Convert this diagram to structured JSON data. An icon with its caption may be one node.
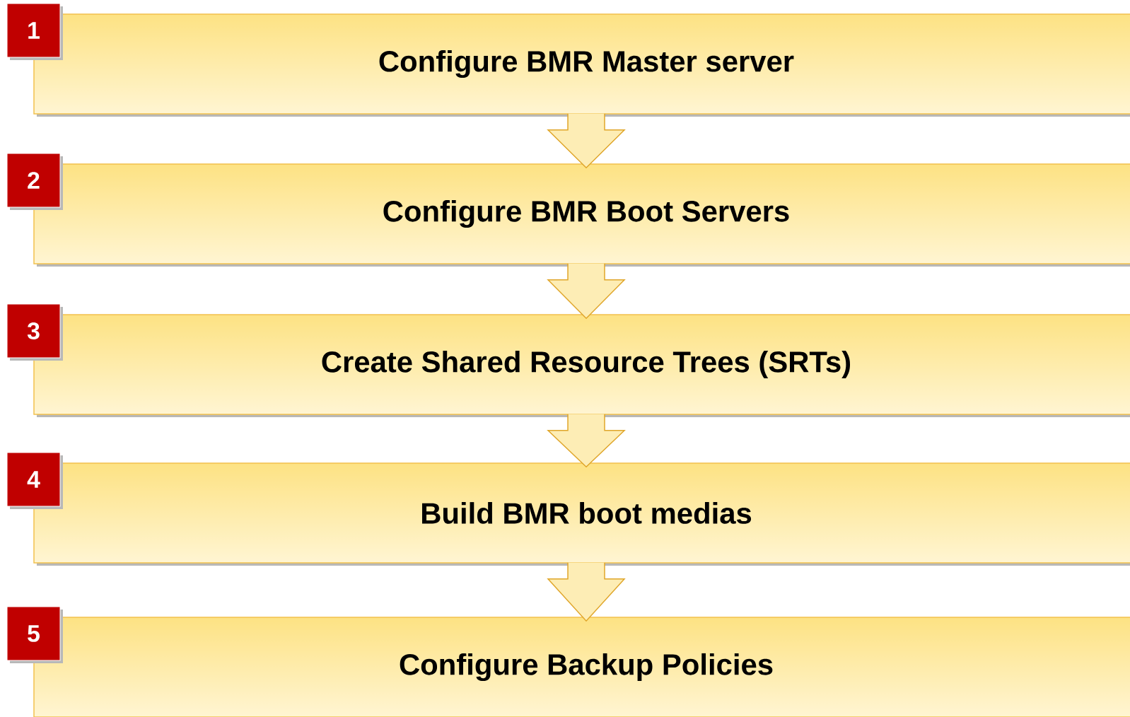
{
  "diagram": {
    "nodes": [
      {
        "text": [
          "1"
        ]
      },
      {
        "text": [
          "Configure BMR Master server"
        ]
      },
      {
        "text": [
          "2"
        ]
      },
      {
        "text": [
          "Configure BMR Boot Servers"
        ]
      },
      {
        "text": [
          "3"
        ]
      },
      {
        "text": [
          "Create Shared Resource Trees (SRTs)"
        ]
      },
      {
        "text": [
          "4"
        ]
      },
      {
        "text": [
          "Build BMR boot medias"
        ]
      },
      {
        "text": [
          "5"
        ]
      },
      {
        "text": [
          "Configure Backup Policies"
        ]
      }
    ],
    "edges": [
      {
        "from": 1,
        "to": 3,
        "arrow": "to"
      },
      {
        "from": 3,
        "to": 5,
        "arrow": "to"
      },
      {
        "from": 5,
        "to": 7,
        "arrow": "to"
      },
      {
        "from": 7,
        "to": 9,
        "arrow": "to"
      }
    ]
  }
}
